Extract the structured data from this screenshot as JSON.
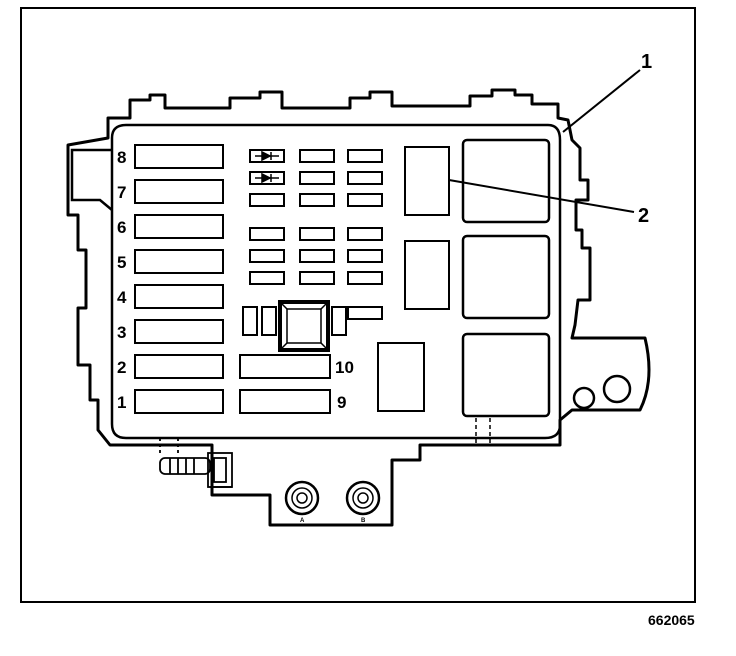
{
  "fuse_labels": [
    "8",
    "7",
    "6",
    "5",
    "4",
    "3",
    "2",
    "1"
  ],
  "maxi_labels": [
    "10",
    "9"
  ],
  "callouts": [
    "1",
    "2"
  ],
  "stud_labels": [
    "A",
    "B"
  ],
  "figure_id": "662065",
  "colors": {
    "line": "#000000",
    "background": "#ffffff"
  }
}
